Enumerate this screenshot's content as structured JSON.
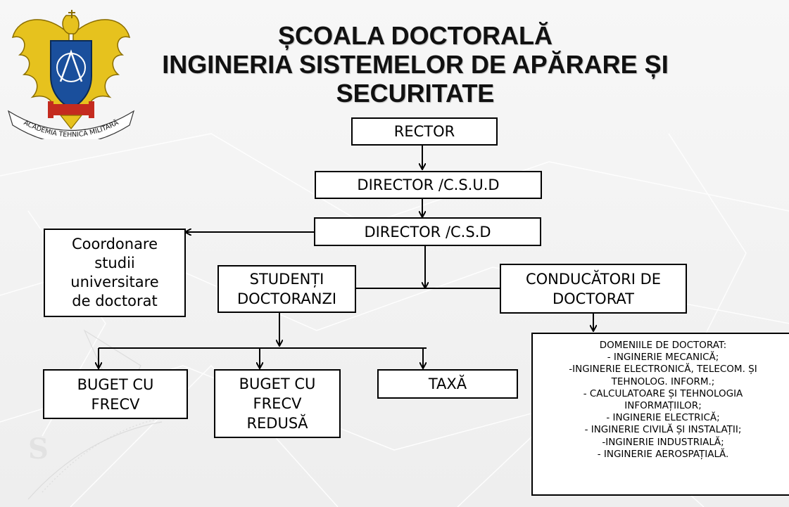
{
  "header": {
    "title_line1": "ȘCOALA DOCTORALĂ",
    "title_line2": "INGINERIA SISTEMELOR DE APĂRARE ȘI",
    "title_line3": "SECURITATE"
  },
  "logo": {
    "text": "ACADEMIA TEHNICĂ MILITARĂ",
    "icon": "eagle-crest-icon"
  },
  "nodes": {
    "rector": "RECTOR",
    "director_csud": "DIRECTOR /C.S.U.D",
    "director_csd": "DIRECTOR /C.S.D",
    "coordonare": [
      "Coordonare",
      "studii",
      "universitare",
      "de doctorat"
    ],
    "studenti": [
      "STUDENȚI",
      "DOCTORANZI"
    ],
    "conducatori": [
      "CONDUCĂTORI DE",
      "DOCTORAT"
    ],
    "buget_frecv": [
      "BUGET CU",
      "FRECV"
    ],
    "buget_redusa": [
      "BUGET CU",
      "FRECV",
      "REDUSĂ"
    ],
    "taxa": "TAXĂ"
  },
  "domains": {
    "heading": "DOMENIILE DE DOCTORAT:",
    "items": [
      "- INGINERIE MECANICĂ;",
      "-INGINERIE ELECTRONICĂ, TELECOM. ȘI",
      "TEHNOLOG. INFORM.;",
      "- CALCULATOARE ȘI TEHNOLOGIA",
      "INFORMAȚIILOR;",
      "- INGINERIE ELECTRICĂ;",
      "- INGINERIE CIVILĂ ȘI INSTALAȚII;",
      "-INGINERIE INDUSTRIALĂ;",
      "- INGINERIE AEROSPAȚIALĂ."
    ]
  },
  "colors": {
    "background": "#f3f3f3",
    "box_border": "#000000",
    "logo_gold": "#e6c21e",
    "logo_blue": "#1a4f9c",
    "logo_red": "#c42b1f"
  }
}
